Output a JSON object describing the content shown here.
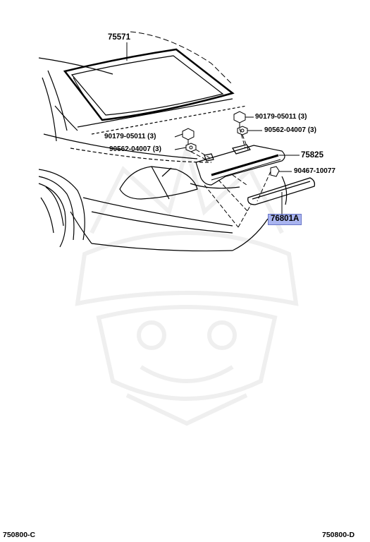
{
  "colors": {
    "line": "#000000",
    "highlight": "#a9b4ef",
    "highlight_border": "#6a77c8",
    "watermark": "#efefef"
  },
  "diagram": {
    "callouts": {
      "windshield": "75571",
      "bolt_right": "90179-05011 (3)",
      "nut_right": "90562-04007 (3)",
      "bolt_left": "90179-05011 (3)",
      "nut_left": "90562-04007 (3)",
      "moulding": "75825",
      "clip": "90467-10077",
      "garnish": "76801A"
    },
    "highlighted_part": "76801A",
    "watermark_icon": "samurai-mask-icon"
  },
  "footer": {
    "left_code": "750800-C",
    "right_code": "750800-D"
  }
}
